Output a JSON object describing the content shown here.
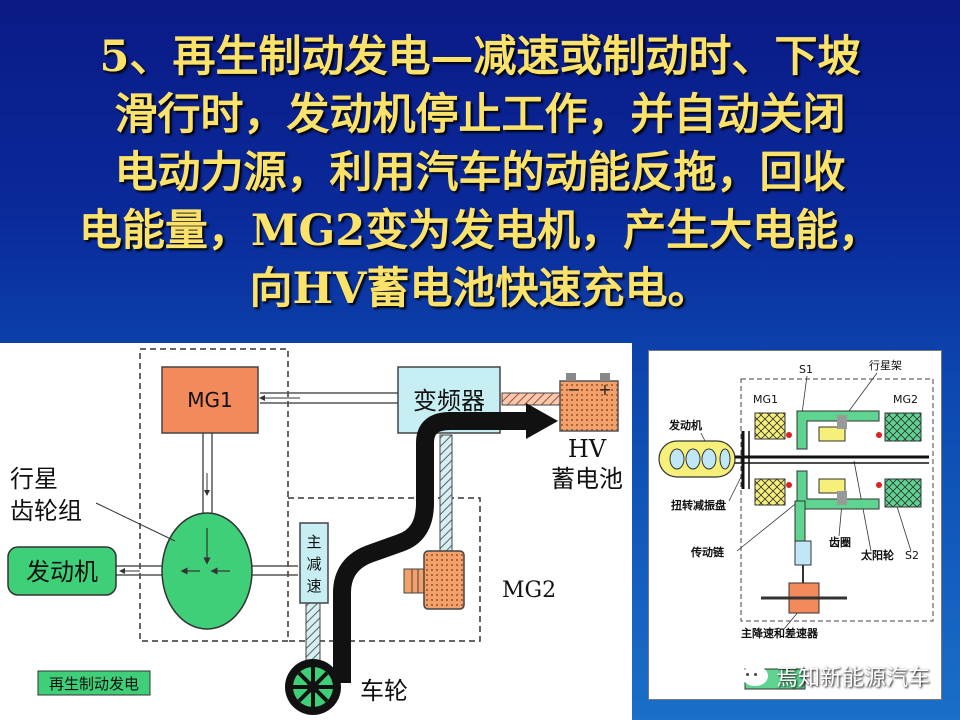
{
  "title": {
    "lines": [
      "5、再生制动发电—减速或制动时、下坡",
      "滑行时，发动机停止工作，并自动关闭",
      "电动力源，利用汽车的动能反拖，回收",
      "电能量，MG2变为发电机，产生大电能，",
      "向HV蓄电池快速充电。"
    ]
  },
  "left_diagram": {
    "mg1": "MG1",
    "inverter": "变频器",
    "battery_minus": "−",
    "battery_plus": "+",
    "hv_line1": "HV",
    "hv_line2": "蓄电池",
    "planetary_line1": "行星",
    "planetary_line2": "齿轮组",
    "engine": "发动机",
    "reducer_chars": [
      "主",
      "减",
      "速"
    ],
    "mg2": "MG2",
    "wheel": "车轮",
    "mode_label": "再生制动发电"
  },
  "right_diagram": {
    "s1": "S1",
    "planet_carrier": "行星架",
    "mg1": "MG1",
    "mg2": "MG2",
    "engine": "发动机",
    "damper": "扭转减振盘",
    "chain": "传动链",
    "ring_gear": "齿圈",
    "sun_gear": "太阳轮",
    "s2": "S2",
    "final_drive": "主降速和差速器"
  },
  "watermark": "焉知新能源汽车",
  "colors": {
    "title": "#fbe26a",
    "mg1_fill": "#f28a5c",
    "planetary_fill": "#3ecf78",
    "engine_fill": "#3ecf78",
    "inverter_fill": "#c7eef2",
    "reducer_fill": "#c7eef2",
    "mode_label_fill": "#3ecf78",
    "power_arrow": "#111111"
  }
}
